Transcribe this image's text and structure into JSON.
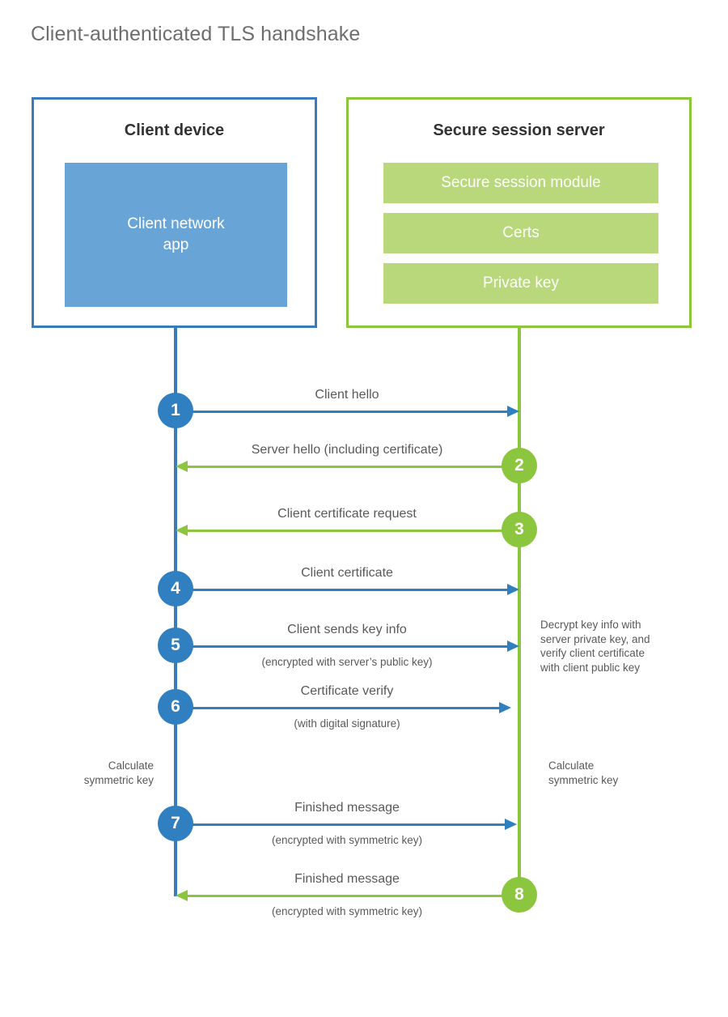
{
  "title": "Client-authenticated TLS handshake",
  "colors": {
    "client_accent": "#3a7cb9",
    "client_circle": "#2f7fc1",
    "client_app_fill": "#68a5d6",
    "server_accent": "#8cc63f",
    "server_row_fill": "#b8d87b",
    "text": "#58595b",
    "title_text": "#6d6e70",
    "background": "#ffffff"
  },
  "client": {
    "title": "Client device",
    "app_label": "Client network\napp"
  },
  "server": {
    "title": "Secure session server",
    "rows": [
      {
        "label": "Secure session module"
      },
      {
        "label": "Certs"
      },
      {
        "label": "Private key"
      }
    ]
  },
  "steps": [
    {
      "number": "1",
      "origin": "client",
      "direction": "right",
      "color": "blue",
      "primary_label": "Client hello",
      "secondary_label": ""
    },
    {
      "number": "2",
      "origin": "server",
      "direction": "left",
      "color": "green",
      "primary_label": "Server hello (including certificate)",
      "secondary_label": ""
    },
    {
      "number": "3",
      "origin": "server",
      "direction": "left",
      "color": "green",
      "primary_label": "Client certificate request",
      "secondary_label": ""
    },
    {
      "number": "4",
      "origin": "client",
      "direction": "right",
      "color": "blue",
      "primary_label": "Client certificate",
      "secondary_label": ""
    },
    {
      "number": "5",
      "origin": "client",
      "direction": "right",
      "color": "blue",
      "primary_label": "Client sends key info",
      "secondary_label": "(encrypted with server’s public key)"
    },
    {
      "number": "6",
      "origin": "client",
      "direction": "right",
      "color": "blue",
      "primary_label": "Certificate verify",
      "secondary_label": "(with digital signature)"
    },
    {
      "number": "7",
      "origin": "client",
      "direction": "right",
      "color": "blue",
      "primary_label": "Finished message",
      "secondary_label": "(encrypted with symmetric key)"
    },
    {
      "number": "8",
      "origin": "server",
      "direction": "left",
      "color": "green",
      "primary_label": "Finished message",
      "secondary_label": "(encrypted with symmetric key)"
    }
  ],
  "notes": {
    "decrypt": "Decrypt key info with\nserver private key, and\nverify client certificate\nwith client public key",
    "calculate_client": "Calculate\nsymmetric key",
    "calculate_server": "Calculate\nsymmetric key"
  }
}
